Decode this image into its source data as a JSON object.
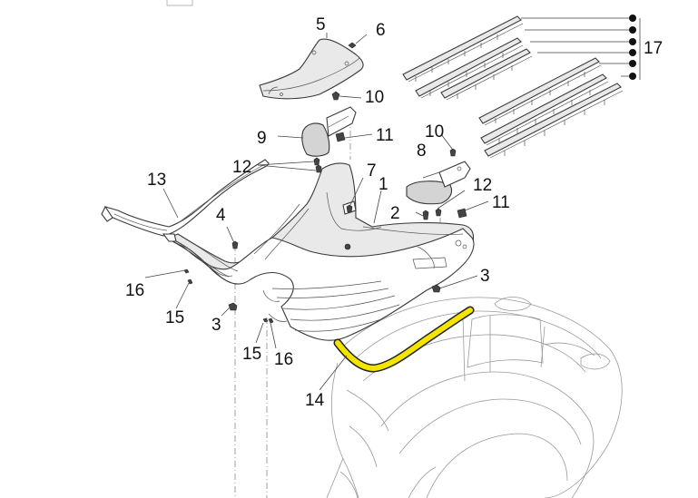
{
  "diagram": {
    "callouts": {
      "p1": "1",
      "p2": "2",
      "p3a": "3",
      "p3b": "3",
      "p4": "4",
      "p5": "5",
      "p6": "6",
      "p7": "7",
      "p8": "8",
      "p9": "9",
      "p10a": "10",
      "p10b": "10",
      "p11a": "11",
      "p11b": "11",
      "p12a": "12",
      "p12b": "12",
      "p13": "13",
      "p14": "14",
      "p15a": "15",
      "p15b": "15",
      "p16a": "16",
      "p16b": "16",
      "p17": "17"
    },
    "highlight_color": "#f3e500"
  }
}
